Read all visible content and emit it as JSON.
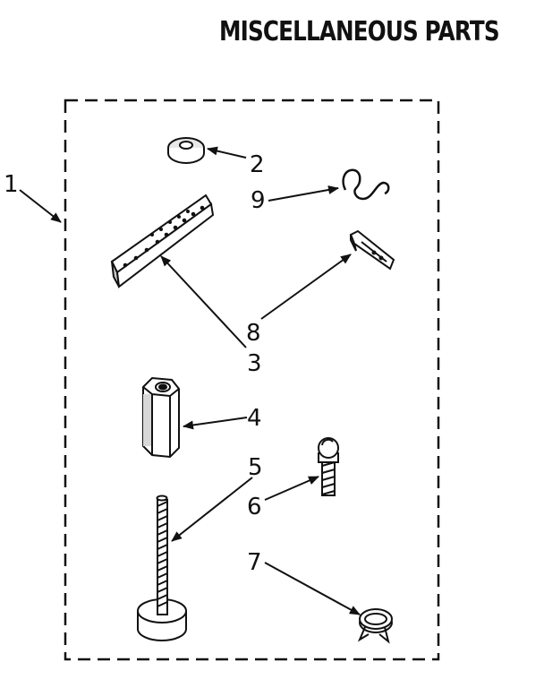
{
  "header": {
    "title": "MISCELLANEOUS PARTS"
  },
  "callouts": {
    "c1": "1",
    "c2": "2",
    "c3": "3",
    "c4": "4",
    "c5": "5",
    "c6": "6",
    "c7": "7",
    "c8": "8",
    "c9": "9"
  },
  "colors": {
    "ink": "#111111",
    "paper": "#ffffff"
  },
  "parts_icons": [
    "washer-icon",
    "mounting-strip-icon",
    "hex-standoff-icon",
    "leveling-leg-icon",
    "ball-stud-icon",
    "hose-clamp-icon",
    "clip-pin-icon",
    "s-hook-icon"
  ]
}
